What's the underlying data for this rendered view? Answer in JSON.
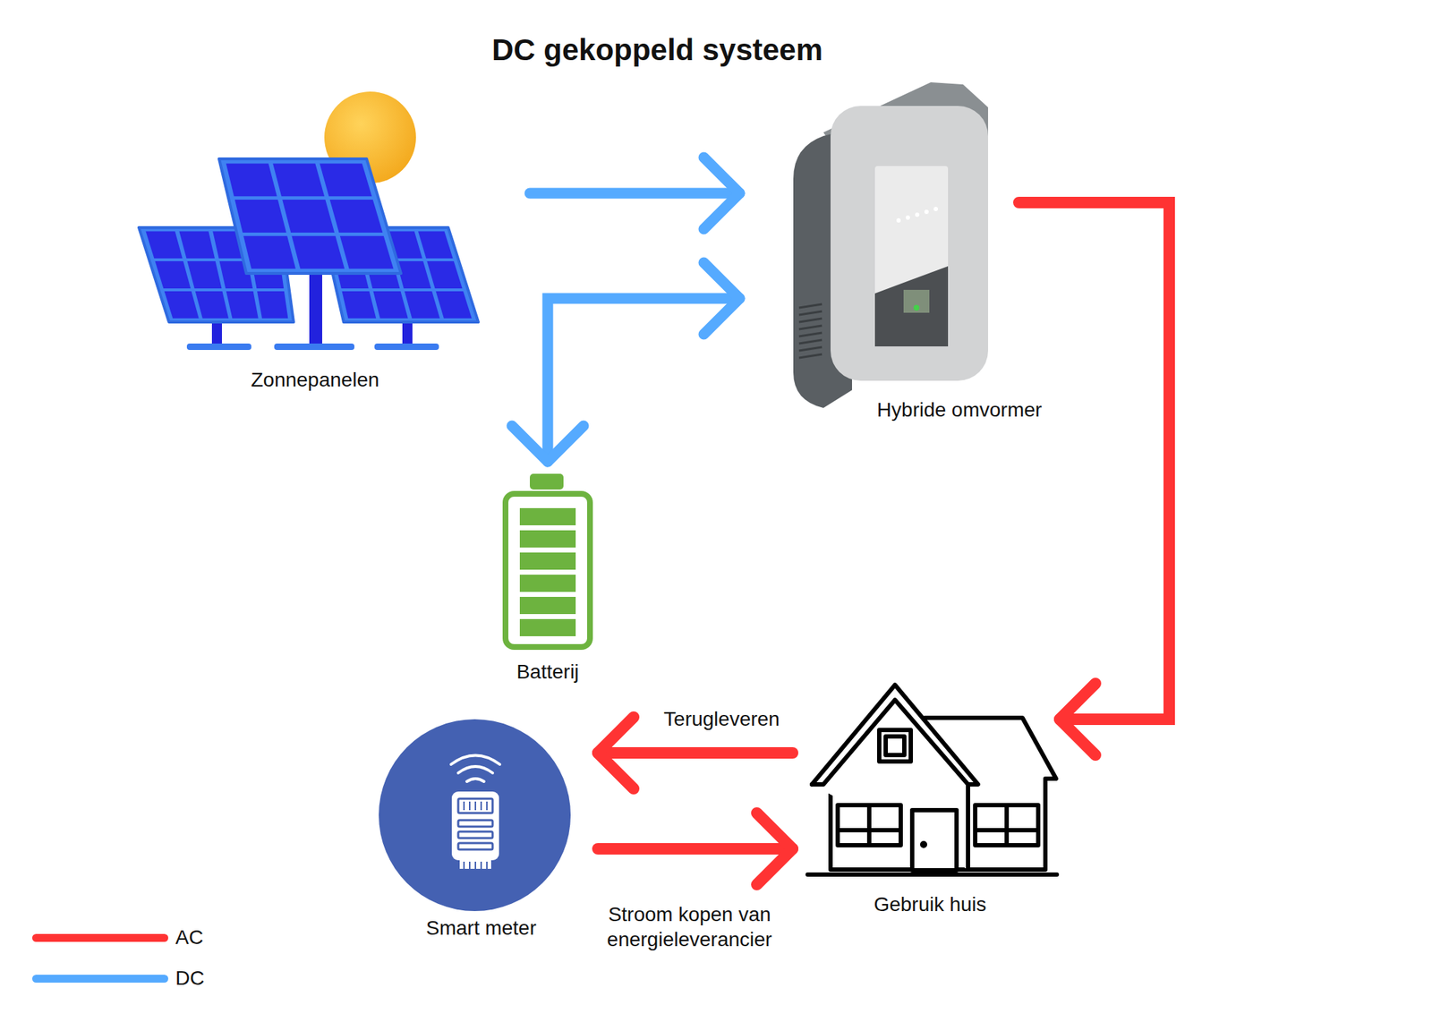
{
  "diagram": {
    "title": "DC gekoppeld systeem",
    "nodes": [
      {
        "text": [
          "Zonnepanelen"
        ]
      },
      {
        "text": [
          "Hybride omvormer"
        ]
      },
      {
        "text": [
          "Batterij"
        ]
      },
      {
        "text": [
          "Gebruik huis"
        ]
      },
      {
        "text": [
          "Smart meter"
        ]
      }
    ],
    "edges": [
      {
        "from": 0,
        "to": 1,
        "arrow": "to"
      },
      {
        "from": 2,
        "to": 1,
        "arrow": "both"
      },
      {
        "from": 1,
        "to": 3,
        "arrow": "to"
      },
      {
        "from": 3,
        "to": 4,
        "label": "Terugleveren",
        "arrow": "to"
      },
      {
        "from": 4,
        "to": 3,
        "label": "Stroom kopen van energieleverancier",
        "arrow": "to"
      }
    ],
    "legend": [
      {
        "text": "AC",
        "color": "#ff3333"
      },
      {
        "text": "DC",
        "color": "#55aaff"
      }
    ]
  }
}
